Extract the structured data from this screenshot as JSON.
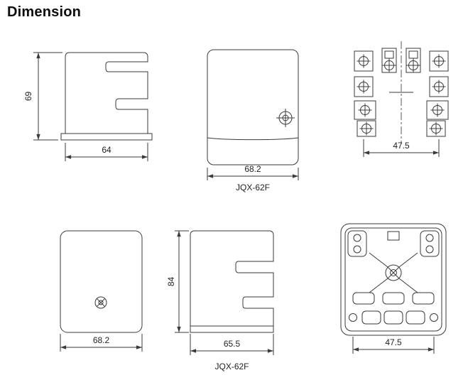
{
  "title": "Dimension",
  "drawing": {
    "line_color": "#3a3a3a",
    "background": "#ffffff"
  },
  "views": {
    "side_view_top": {
      "height": "69",
      "width": "64"
    },
    "front_view": {
      "width": "68.2",
      "label": "JQX-62F"
    },
    "terminal_view_top": {
      "width": "47.5"
    },
    "top_view": {
      "width": "68.2"
    },
    "side_view_bottom": {
      "height": "84",
      "width": "65.5",
      "label": "JQX-62F"
    },
    "base_view_bottom": {
      "width": "47.5"
    }
  }
}
